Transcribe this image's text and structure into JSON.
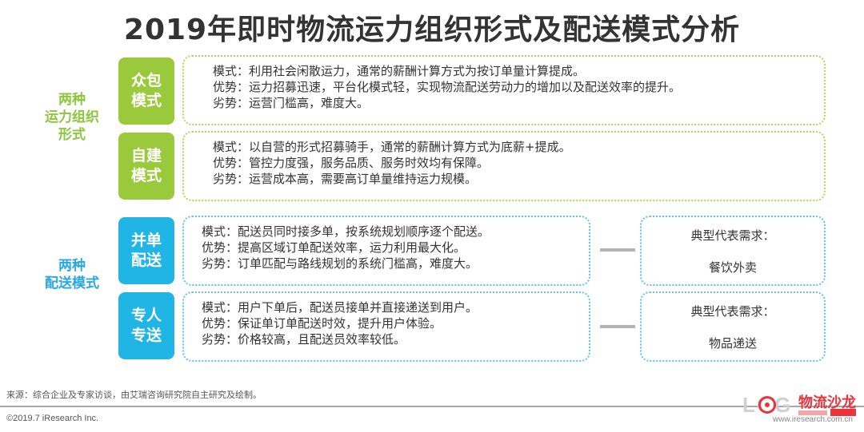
{
  "title": "2019年即时物流运力组织形式及配送模式分析",
  "groups": {
    "capacity": [
      "两种",
      "运力组织",
      "形式"
    ],
    "delivery": [
      "两种",
      "配送模式"
    ]
  },
  "rows": [
    {
      "badge": [
        "众包",
        "模式"
      ],
      "lines": [
        "模式：利用社会闲散运力，通常的薪酬计算方式为按订单量计算提成。",
        "优势：运力招募迅速，平台化模式轻，实现物流配送劳动力的增加以及配送效率的提升。",
        "劣势：运营门槛高，难度大。"
      ]
    },
    {
      "badge": [
        "自建",
        "模式"
      ],
      "lines": [
        "模式：以自营的形式招募骑手，通常的薪酬计算方式为底薪+提成。",
        "优势：管控力度强，服务品质、服务时效均有保障。",
        "劣势：运营成本高，需要高订单量维持运力规模。"
      ]
    },
    {
      "badge": [
        "并单",
        "配送"
      ],
      "lines": [
        "模式：配送员同时接多单，按系统规划顺序逐个配送。",
        "优势：提高区域订单配送效率，运力利用最大化。",
        "劣势：订单匹配与路线规划的系统门槛高，难度大。"
      ],
      "demand_label": "典型代表需求：",
      "demand_value": "餐饮外卖"
    },
    {
      "badge": [
        "专人",
        "专送"
      ],
      "lines": [
        "模式：用户下单后，配送员接单并直接递送到用户。",
        "优势：保证单订单配送时效，提升用户体验。",
        "劣势：价格较高，且配送员效率较低。"
      ],
      "demand_label": "典型代表需求：",
      "demand_value": "物品递送"
    }
  ],
  "footer": {
    "source": "来源：综合企业及专家访谈，由艾瑞咨询研究院自主研究及绘制。",
    "copyright": "©2019.7 iResearch Inc.",
    "url": "www.iresearch.com.cn"
  },
  "logo": {
    "letters": "LOG",
    "name": "物流沙龙"
  },
  "colors": {
    "green": "#9bc93c",
    "blue": "#21b5e6",
    "connector": "#b4b4b4",
    "logo_red": "#e8343a"
  }
}
